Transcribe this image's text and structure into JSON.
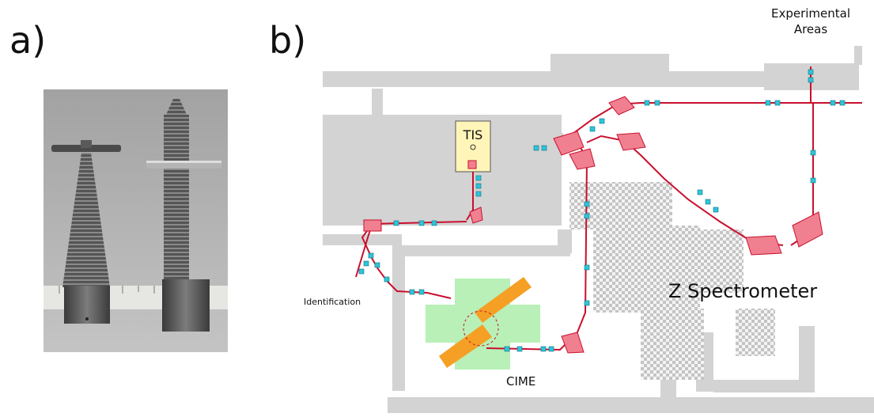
{
  "panels": {
    "a": {
      "label": "a)"
    },
    "b": {
      "label": "b)"
    }
  },
  "diagram": {
    "labels": {
      "experimental": "Experimental",
      "areas": "Areas",
      "tis": "TIS",
      "identification": "Identification",
      "z_spectrometer": "Z Spectrometer",
      "ciml": "CIME"
    }
  },
  "colors": {
    "beamline": "#c8102e",
    "dipole": "#f08090",
    "quadrupole": "#2ec5d8",
    "building": "#d3d3d3",
    "cyclotron_dee": "#f5a024",
    "cyclotron_yoke": "#b8f0b8",
    "tis_box": "#fff5b8"
  }
}
